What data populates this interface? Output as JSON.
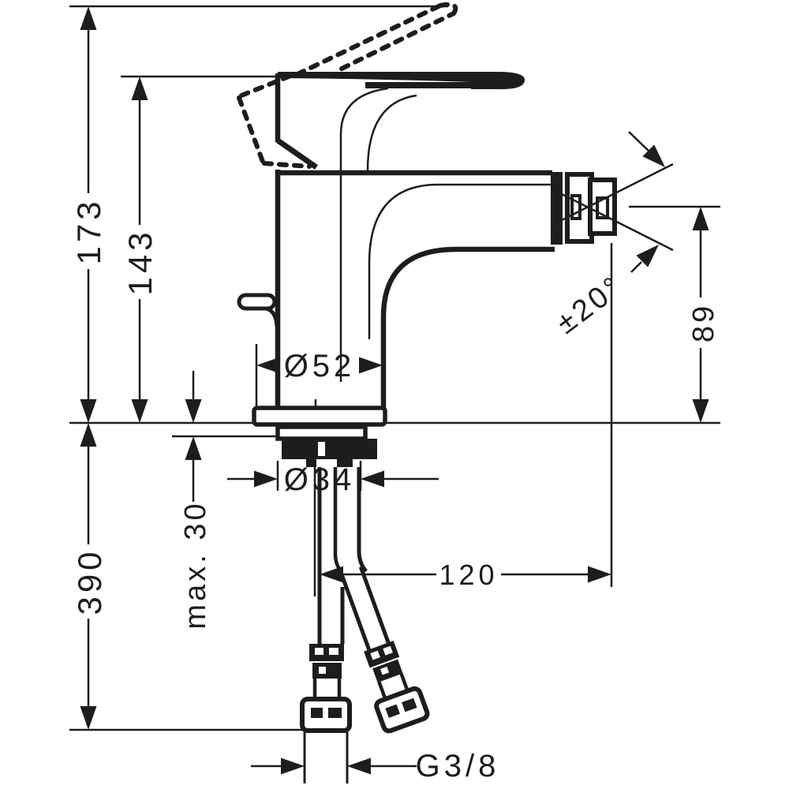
{
  "page": {
    "background": "#ffffff",
    "ink": "#1d1d1b"
  },
  "drawing": {
    "kind": "technical-dimension-drawing",
    "subject": "single-lever bidet mixer, side elevation with installation dimensions",
    "dimensions": {
      "overall_height": "173",
      "handle_height": "143",
      "hose_length": "390",
      "counter_thickness": "max. 30",
      "base_diameter": "Ø52",
      "hole_diameter": "Ø34",
      "spout_reach": "120",
      "swivel_angle": "±20°",
      "spout_height": "89",
      "thread": "G3/8"
    }
  }
}
